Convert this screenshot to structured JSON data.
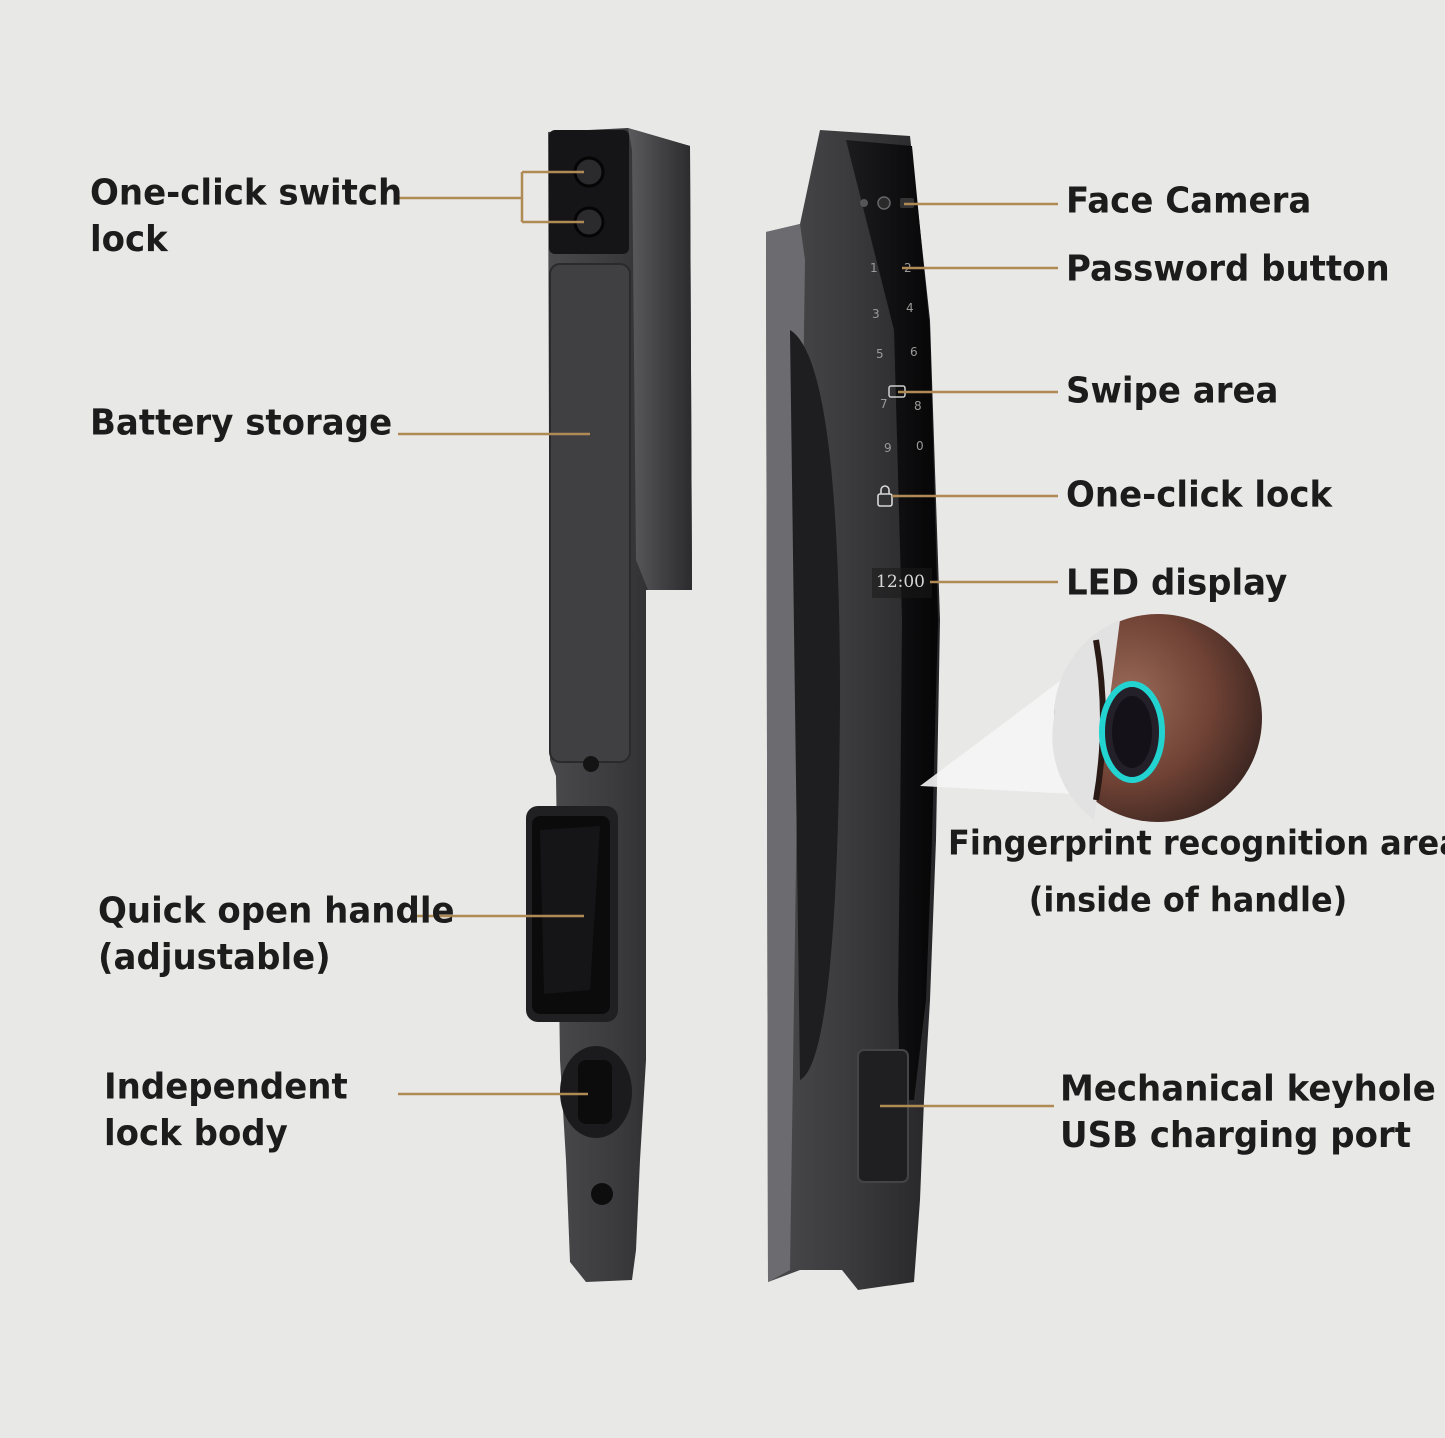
{
  "colors": {
    "background": "#e8e8e7",
    "leader_line": "#b08a55",
    "lock_body": "#3b3b3d",
    "lock_panel": "#111113",
    "fingerprint_ring": "#22d3d0",
    "zoom_bronze": "#7a4a3a",
    "text": "#1c1c1c"
  },
  "keypad": {
    "digits": [
      "1",
      "2",
      "3",
      "4",
      "5",
      "6",
      "7",
      "8",
      "9",
      "0"
    ],
    "display_time": "12:00"
  },
  "labels": {
    "one_click_switch_lock": [
      "One-click switch",
      "lock"
    ],
    "battery_storage": "Battery storage",
    "quick_open_handle": [
      "Quick open handle",
      "(adjustable)"
    ],
    "independent_lock_body": [
      "Independent",
      "lock body"
    ],
    "face_camera": "Face Camera",
    "password_button": "Password button",
    "swipe_area": "Swipe area",
    "one_click_lock": "One-click lock",
    "led_display": "LED display",
    "fingerprint_area": [
      "Fingerprint recognition area",
      "(inside of handle)"
    ],
    "keyhole_usb": [
      "Mechanical keyhole",
      "USB charging port"
    ]
  }
}
